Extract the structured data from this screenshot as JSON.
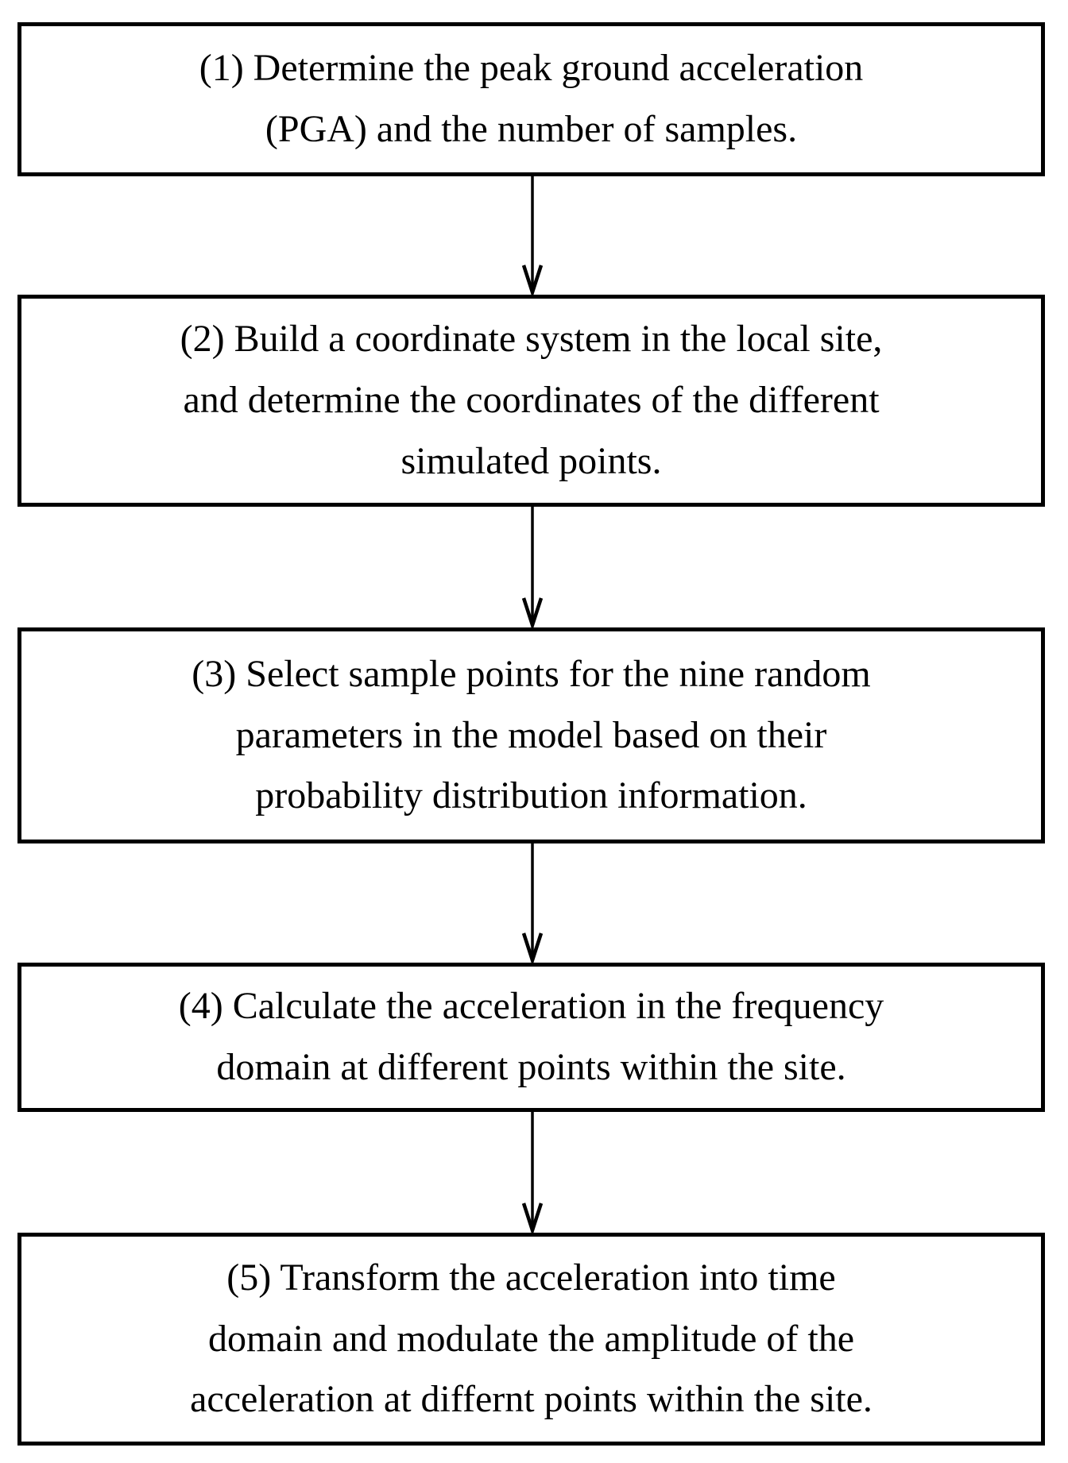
{
  "diagram": {
    "type": "flowchart",
    "direction": "top-down",
    "colors": {
      "background": "#ffffff",
      "box_border": "#000000",
      "text": "#000000"
    },
    "steps": [
      {
        "id": 1,
        "text": "(1) Determine the peak ground acceleration\n(PGA) and the number of samples."
      },
      {
        "id": 2,
        "text": "(2) Build a coordinate system in the local site,\nand determine the coordinates of the different\nsimulated points."
      },
      {
        "id": 3,
        "text": "(3) Select sample points for the nine random\nparameters in the model based on their\nprobability distribution information."
      },
      {
        "id": 4,
        "text": "(4) Calculate the acceleration in the frequency\ndomain at different points within the site."
      },
      {
        "id": 5,
        "text": "(5) Transform the acceleration into time\ndomain and modulate the amplitude of the\nacceleration at differnt points within the site."
      }
    ],
    "connectors": [
      {
        "from_step": 1,
        "to_step": 2,
        "style": "arrow-down"
      },
      {
        "from_step": 2,
        "to_step": 3,
        "style": "arrow-down"
      },
      {
        "from_step": 3,
        "to_step": 4,
        "style": "arrow-down"
      },
      {
        "from_step": 4,
        "to_step": 5,
        "style": "arrow-down"
      }
    ]
  }
}
